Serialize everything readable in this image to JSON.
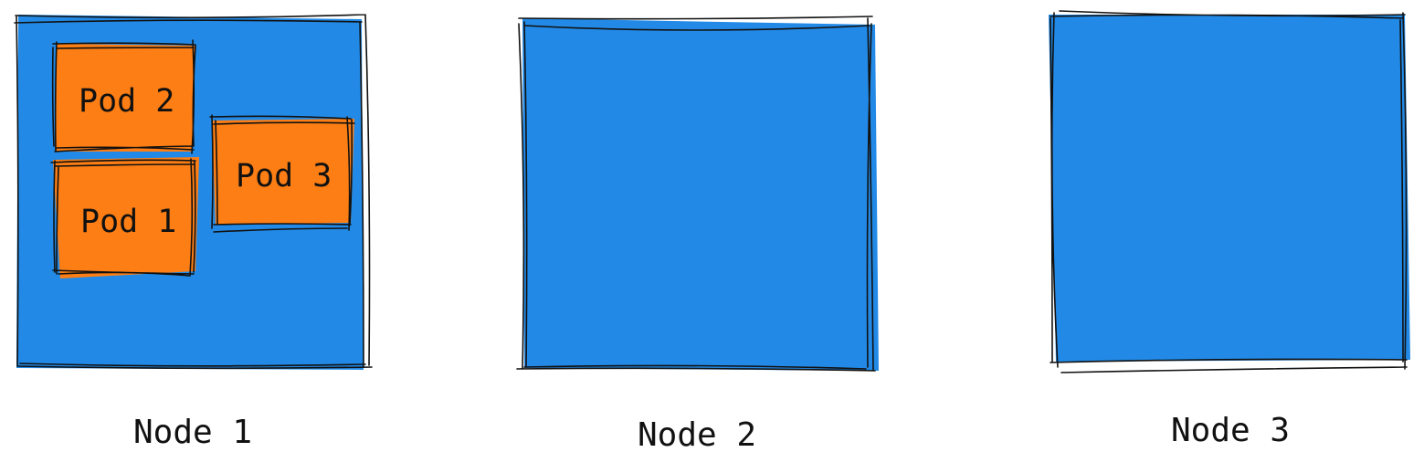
{
  "colors": {
    "node_fill": "#228ae6",
    "pod_fill": "#fd7e14",
    "stroke": "#111111",
    "background": "#ffffff"
  },
  "nodes": [
    {
      "label": "Node 1",
      "pods": [
        {
          "label": "Pod 2"
        },
        {
          "label": "Pod 1"
        },
        {
          "label": "Pod 3"
        }
      ]
    },
    {
      "label": "Node 2",
      "pods": []
    },
    {
      "label": "Node 3",
      "pods": []
    }
  ]
}
